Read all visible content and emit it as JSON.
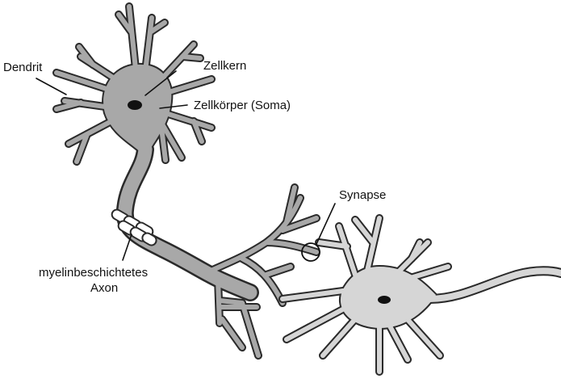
{
  "labels": {
    "dendrit": "Dendrit",
    "zellkern": "Zellkern",
    "zellkoerper": "Zellkörper (Soma)",
    "synapse": "Synapse",
    "axon_line1": "myelinbeschichtetes",
    "axon_line2": "Axon"
  },
  "colors": {
    "neuron1_fill": "#a8a8a8",
    "neuron2_fill": "#d6d6d6",
    "outline": "#2a2a2a",
    "nucleus": "#111111",
    "myelin": "#ffffff"
  }
}
